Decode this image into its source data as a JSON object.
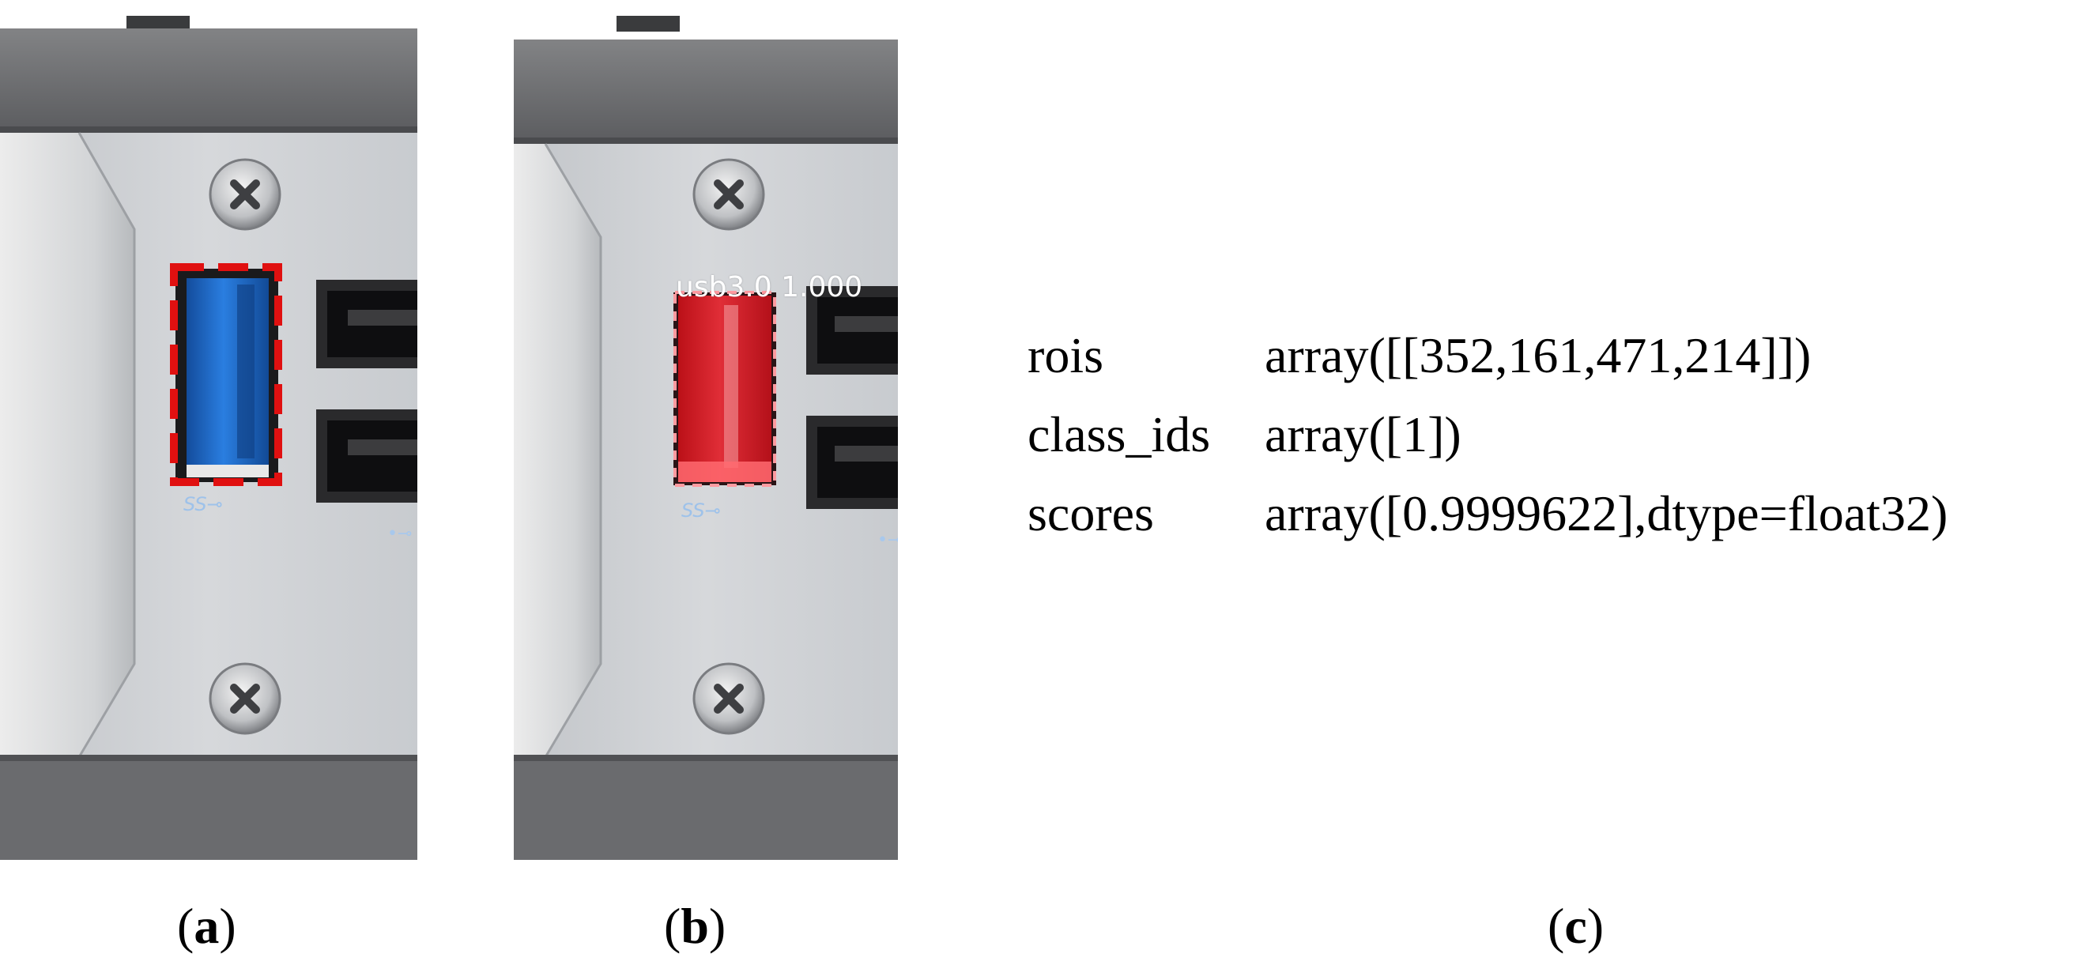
{
  "panels": {
    "a": {
      "caption": "a"
    },
    "b": {
      "caption": "b",
      "detection_label": "usb3.0 1.000"
    },
    "c": {
      "caption": "c"
    }
  },
  "results": [
    {
      "key": "rois",
      "value": "array([[352,161,471,214]])"
    },
    {
      "key": "class_ids",
      "value": "array([1])"
    },
    {
      "key": "scores",
      "value": "array([0.9999622],dtype=float32)"
    }
  ],
  "colors": {
    "detection_box": "#e01010",
    "mask_fill": "#e8202a",
    "usb_blue": "#1e6fd0",
    "metal_panel": "#cfd2d6",
    "housing": "#6e6e70"
  }
}
